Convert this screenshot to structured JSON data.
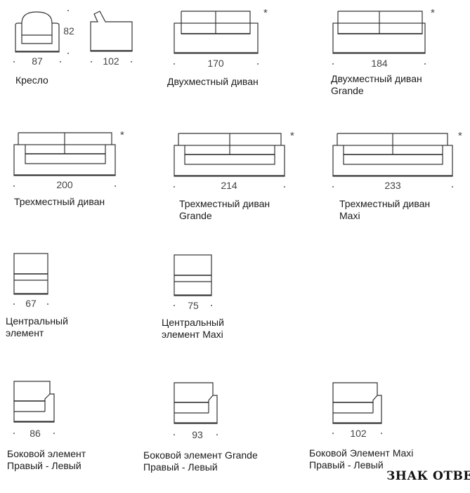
{
  "items": [
    {
      "id": "armchair",
      "width": "87",
      "height": "82",
      "depth": "102",
      "caption": [
        "Кресло"
      ],
      "star": ""
    },
    {
      "id": "sofa2",
      "width": "170",
      "caption": [
        "Двухместный диван"
      ],
      "star": "*"
    },
    {
      "id": "sofa2g",
      "width": "184",
      "caption": [
        "Двухместный диван",
        "Grande"
      ],
      "star": "*"
    },
    {
      "id": "sofa3",
      "width": "200",
      "caption": [
        "Трехместный диван"
      ],
      "star": "*"
    },
    {
      "id": "sofa3g",
      "width": "214",
      "caption": [
        "Трехместный диван",
        "Grande"
      ],
      "star": "*"
    },
    {
      "id": "sofa3m",
      "width": "233",
      "caption": [
        "Трехместный диван",
        "Maxi"
      ],
      "star": "*"
    },
    {
      "id": "center",
      "width": "67",
      "caption": [
        "Центральный",
        "элемент"
      ],
      "star": ""
    },
    {
      "id": "centerm",
      "width": "75",
      "caption": [
        "Центральный",
        "элемент Maxi"
      ],
      "star": ""
    },
    {
      "id": "side",
      "width": "86",
      "caption": [
        "Боковой элемент",
        "Правый - Левый"
      ],
      "star": ""
    },
    {
      "id": "sideg",
      "width": "93",
      "caption": [
        "Боковой элемент Grande",
        "Правый - Левый"
      ],
      "star": ""
    },
    {
      "id": "sidem",
      "width": "102",
      "caption": [
        "Боковой Элемент Maxi",
        "Правый - Левый"
      ],
      "star": ""
    }
  ],
  "watermark": "ЗНАК ОТВЕТА"
}
